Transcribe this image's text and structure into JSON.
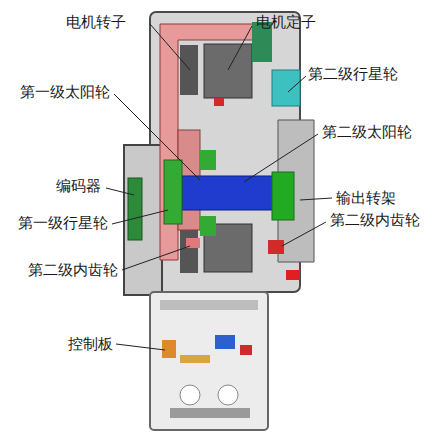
{
  "diagram": {
    "labels": [
      "电机转子",
      "电机定子",
      "第一级太阳轮",
      "第二级行星轮",
      "编码器",
      "第二级太阳轮",
      "输出转架",
      "第一级行星轮",
      "第二级内齿轮",
      "第二级内齿轮",
      "控制板"
    ]
  }
}
